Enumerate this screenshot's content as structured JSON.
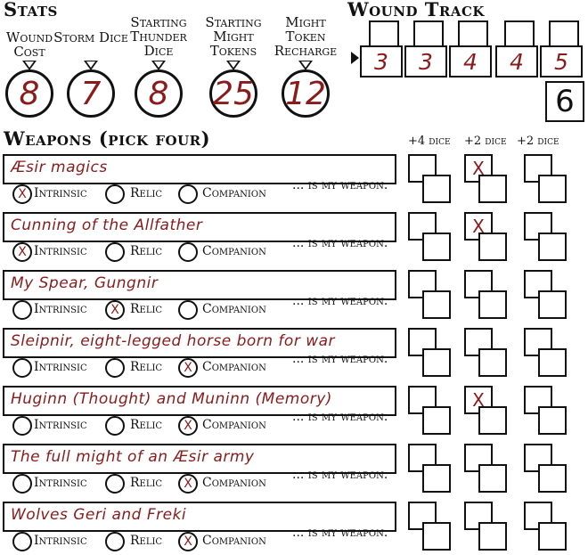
{
  "stats": {
    "title": "Stats",
    "items": [
      {
        "label": "Wound Cost",
        "value": "8"
      },
      {
        "label": "Storm Dice",
        "value": "7"
      },
      {
        "label": "Starting Thunder Dice",
        "value": "8"
      },
      {
        "label": "Starting Might Tokens",
        "value": "25"
      },
      {
        "label": "Might Token Recharge",
        "value": "12"
      }
    ]
  },
  "wound_track": {
    "title": "Wound Track",
    "values": [
      "3",
      "3",
      "4",
      "4",
      "5"
    ],
    "final": "6"
  },
  "weapons": {
    "title": "Weapons (pick four)",
    "headers": [
      "+4 dice",
      "+2 dice",
      "+2 dice"
    ],
    "option_labels": [
      "Intrinsic",
      "Relic",
      "Companion"
    ],
    "suffix": "... is my weapon.",
    "rows": [
      {
        "name": "Æsir magics",
        "marks": [
          "X",
          "",
          ""
        ],
        "upgrades": [
          "",
          "X",
          ""
        ]
      },
      {
        "name": "Cunning of the Allfather",
        "marks": [
          "X",
          "",
          ""
        ],
        "upgrades": [
          "",
          "X",
          ""
        ]
      },
      {
        "name": "My Spear, Gungnir",
        "marks": [
          "",
          "X",
          ""
        ],
        "upgrades": [
          "",
          "",
          ""
        ]
      },
      {
        "name": "Sleipnir, eight-legged horse born for war",
        "marks": [
          "",
          "",
          "X"
        ],
        "upgrades": [
          "",
          "",
          ""
        ]
      },
      {
        "name": "Huginn (Thought) and Muninn (Memory)",
        "marks": [
          "",
          "",
          "X"
        ],
        "upgrades": [
          "",
          "X",
          ""
        ]
      },
      {
        "name": "The full might of an Æsir army",
        "marks": [
          "",
          "",
          "X"
        ],
        "upgrades": [
          "",
          "",
          ""
        ]
      },
      {
        "name": "Wolves Geri and Freki",
        "marks": [
          "",
          "",
          "X"
        ],
        "upgrades": [
          "",
          "",
          ""
        ]
      }
    ]
  }
}
